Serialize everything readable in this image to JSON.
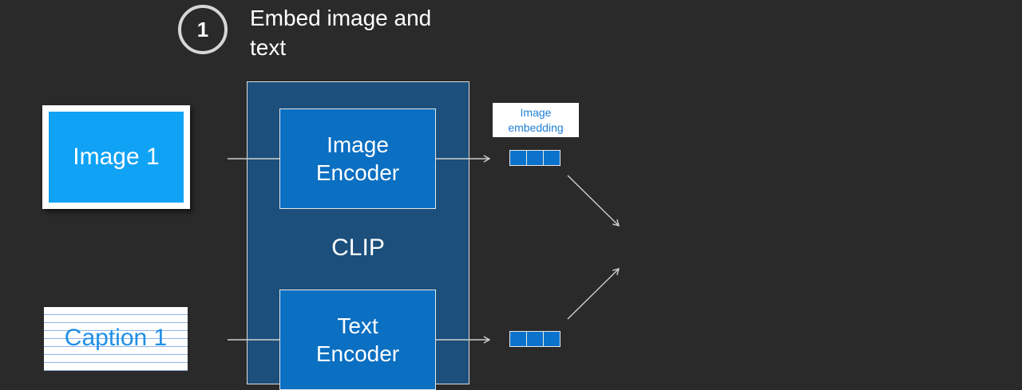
{
  "step": {
    "number": "1",
    "title": "Embed image and text"
  },
  "inputs": {
    "image_label": "Image 1",
    "caption_label": "Caption 1"
  },
  "clip": {
    "label": "CLIP",
    "image_encoder_label": "Image Encoder",
    "text_encoder_label": "Text Encoder"
  },
  "embeddings": {
    "image_embedding_label": "Image embedding"
  },
  "colors": {
    "background": "#2b2a2a",
    "clip_container": "#1c4f7b",
    "encoder": "#0b6fc2",
    "image_card": "#10a2f5",
    "caption_text": "#1f8fe6",
    "embedding_cell": "#0b72cc"
  }
}
